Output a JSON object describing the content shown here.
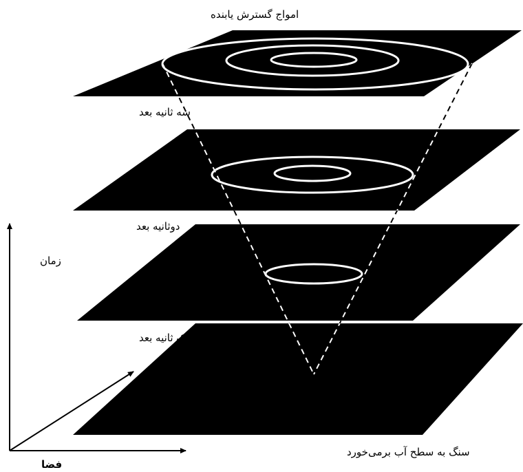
{
  "labels": {
    "top_title": "امواج گسترش یابنده",
    "three_seconds": "سه ثانیه بعد",
    "two_seconds": "دوثانیه بعد",
    "one_second": "یک ثانیه بعد",
    "stone_hits": "سنگ به سطح آب برمی‌خورد",
    "time_axis": "زمان",
    "space_axis": "فضا"
  },
  "colors": {
    "plane": "#000000",
    "wave": "#ffffff",
    "cone": "#000000"
  }
}
